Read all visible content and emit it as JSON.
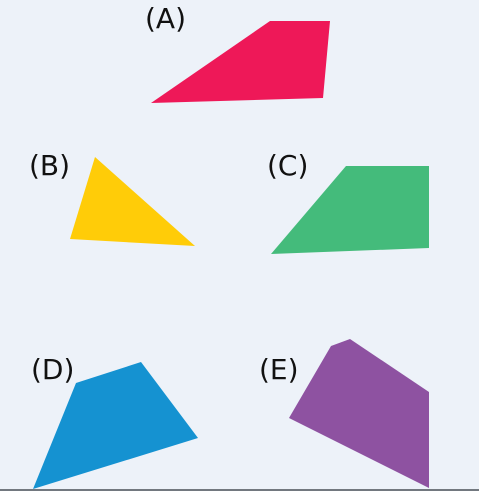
{
  "background": "#edf2f9",
  "shapes": [
    {
      "label": "(A)",
      "color": "#ee1858",
      "kind": "quadrilateral"
    },
    {
      "label": "(B)",
      "color": "#ffcc08",
      "kind": "triangle"
    },
    {
      "label": "(C)",
      "color": "#44bb7b",
      "kind": "quadrilateral"
    },
    {
      "label": "(D)",
      "color": "#1592d1",
      "kind": "quadrilateral"
    },
    {
      "label": "(E)",
      "color": "#8e52a1",
      "kind": "pentagon"
    }
  ]
}
